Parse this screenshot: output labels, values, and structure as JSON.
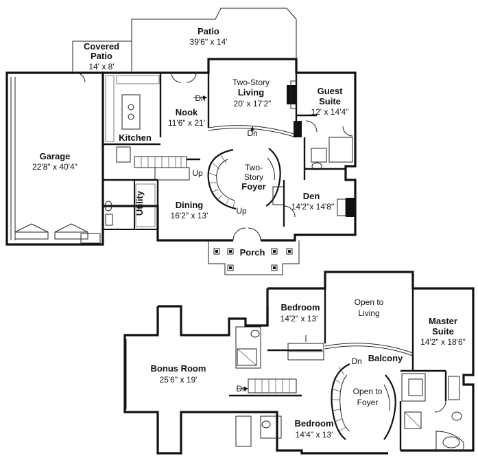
{
  "first_floor": {
    "patio": {
      "name": "Patio",
      "dim": "39'6\" x 14'"
    },
    "covered_patio": {
      "name1": "Covered",
      "name2": "Patio",
      "dim": "14' x 8'"
    },
    "living": {
      "name1": "Two-Story",
      "name2": "Living",
      "dim": "20' x 17'2\""
    },
    "guest_suite": {
      "name1": "Guest",
      "name2": "Suite",
      "dim": "12' x 14'4\""
    },
    "nook": {
      "name": "Nook",
      "dim": "11'6\" x 21'"
    },
    "kitchen": {
      "name": "Kitchen"
    },
    "garage": {
      "name": "Garage",
      "dim": "22'8\" x 40'4\""
    },
    "foyer": {
      "name1": "Two-",
      "name2": "Story",
      "name3": "Foyer"
    },
    "den": {
      "name": "Den",
      "dim": "14'2\"x 14'8\""
    },
    "dining": {
      "name": "Dining",
      "dim": "16'2\" x 13'"
    },
    "utility": {
      "name": "Utility"
    },
    "porch": {
      "name": "Porch"
    },
    "stairs": {
      "dn_living": "Dn",
      "dn_foyer": "Dn",
      "up_left": "Up",
      "up_foyer": "Up"
    }
  },
  "second_floor": {
    "bedroom_top": {
      "name": "Bedroom",
      "dim": "14'2\" x 13'"
    },
    "open_living": {
      "name1": "Open to",
      "name2": "Living"
    },
    "master_suite": {
      "name1": "Master",
      "name2": "Suite",
      "dim": "14'2\" x 18'6\""
    },
    "balcony": {
      "name": "Balcony"
    },
    "bonus_room": {
      "name": "Bonus Room",
      "dim": "25'6\" x 19'"
    },
    "open_foyer": {
      "name1": "Open to",
      "name2": "Foyer"
    },
    "bedroom_bottom": {
      "name": "Bedroom",
      "dim": "14'4\" x 13'"
    },
    "stairs": {
      "dn_balcony": "Dn",
      "dn_left": "Dn"
    }
  }
}
